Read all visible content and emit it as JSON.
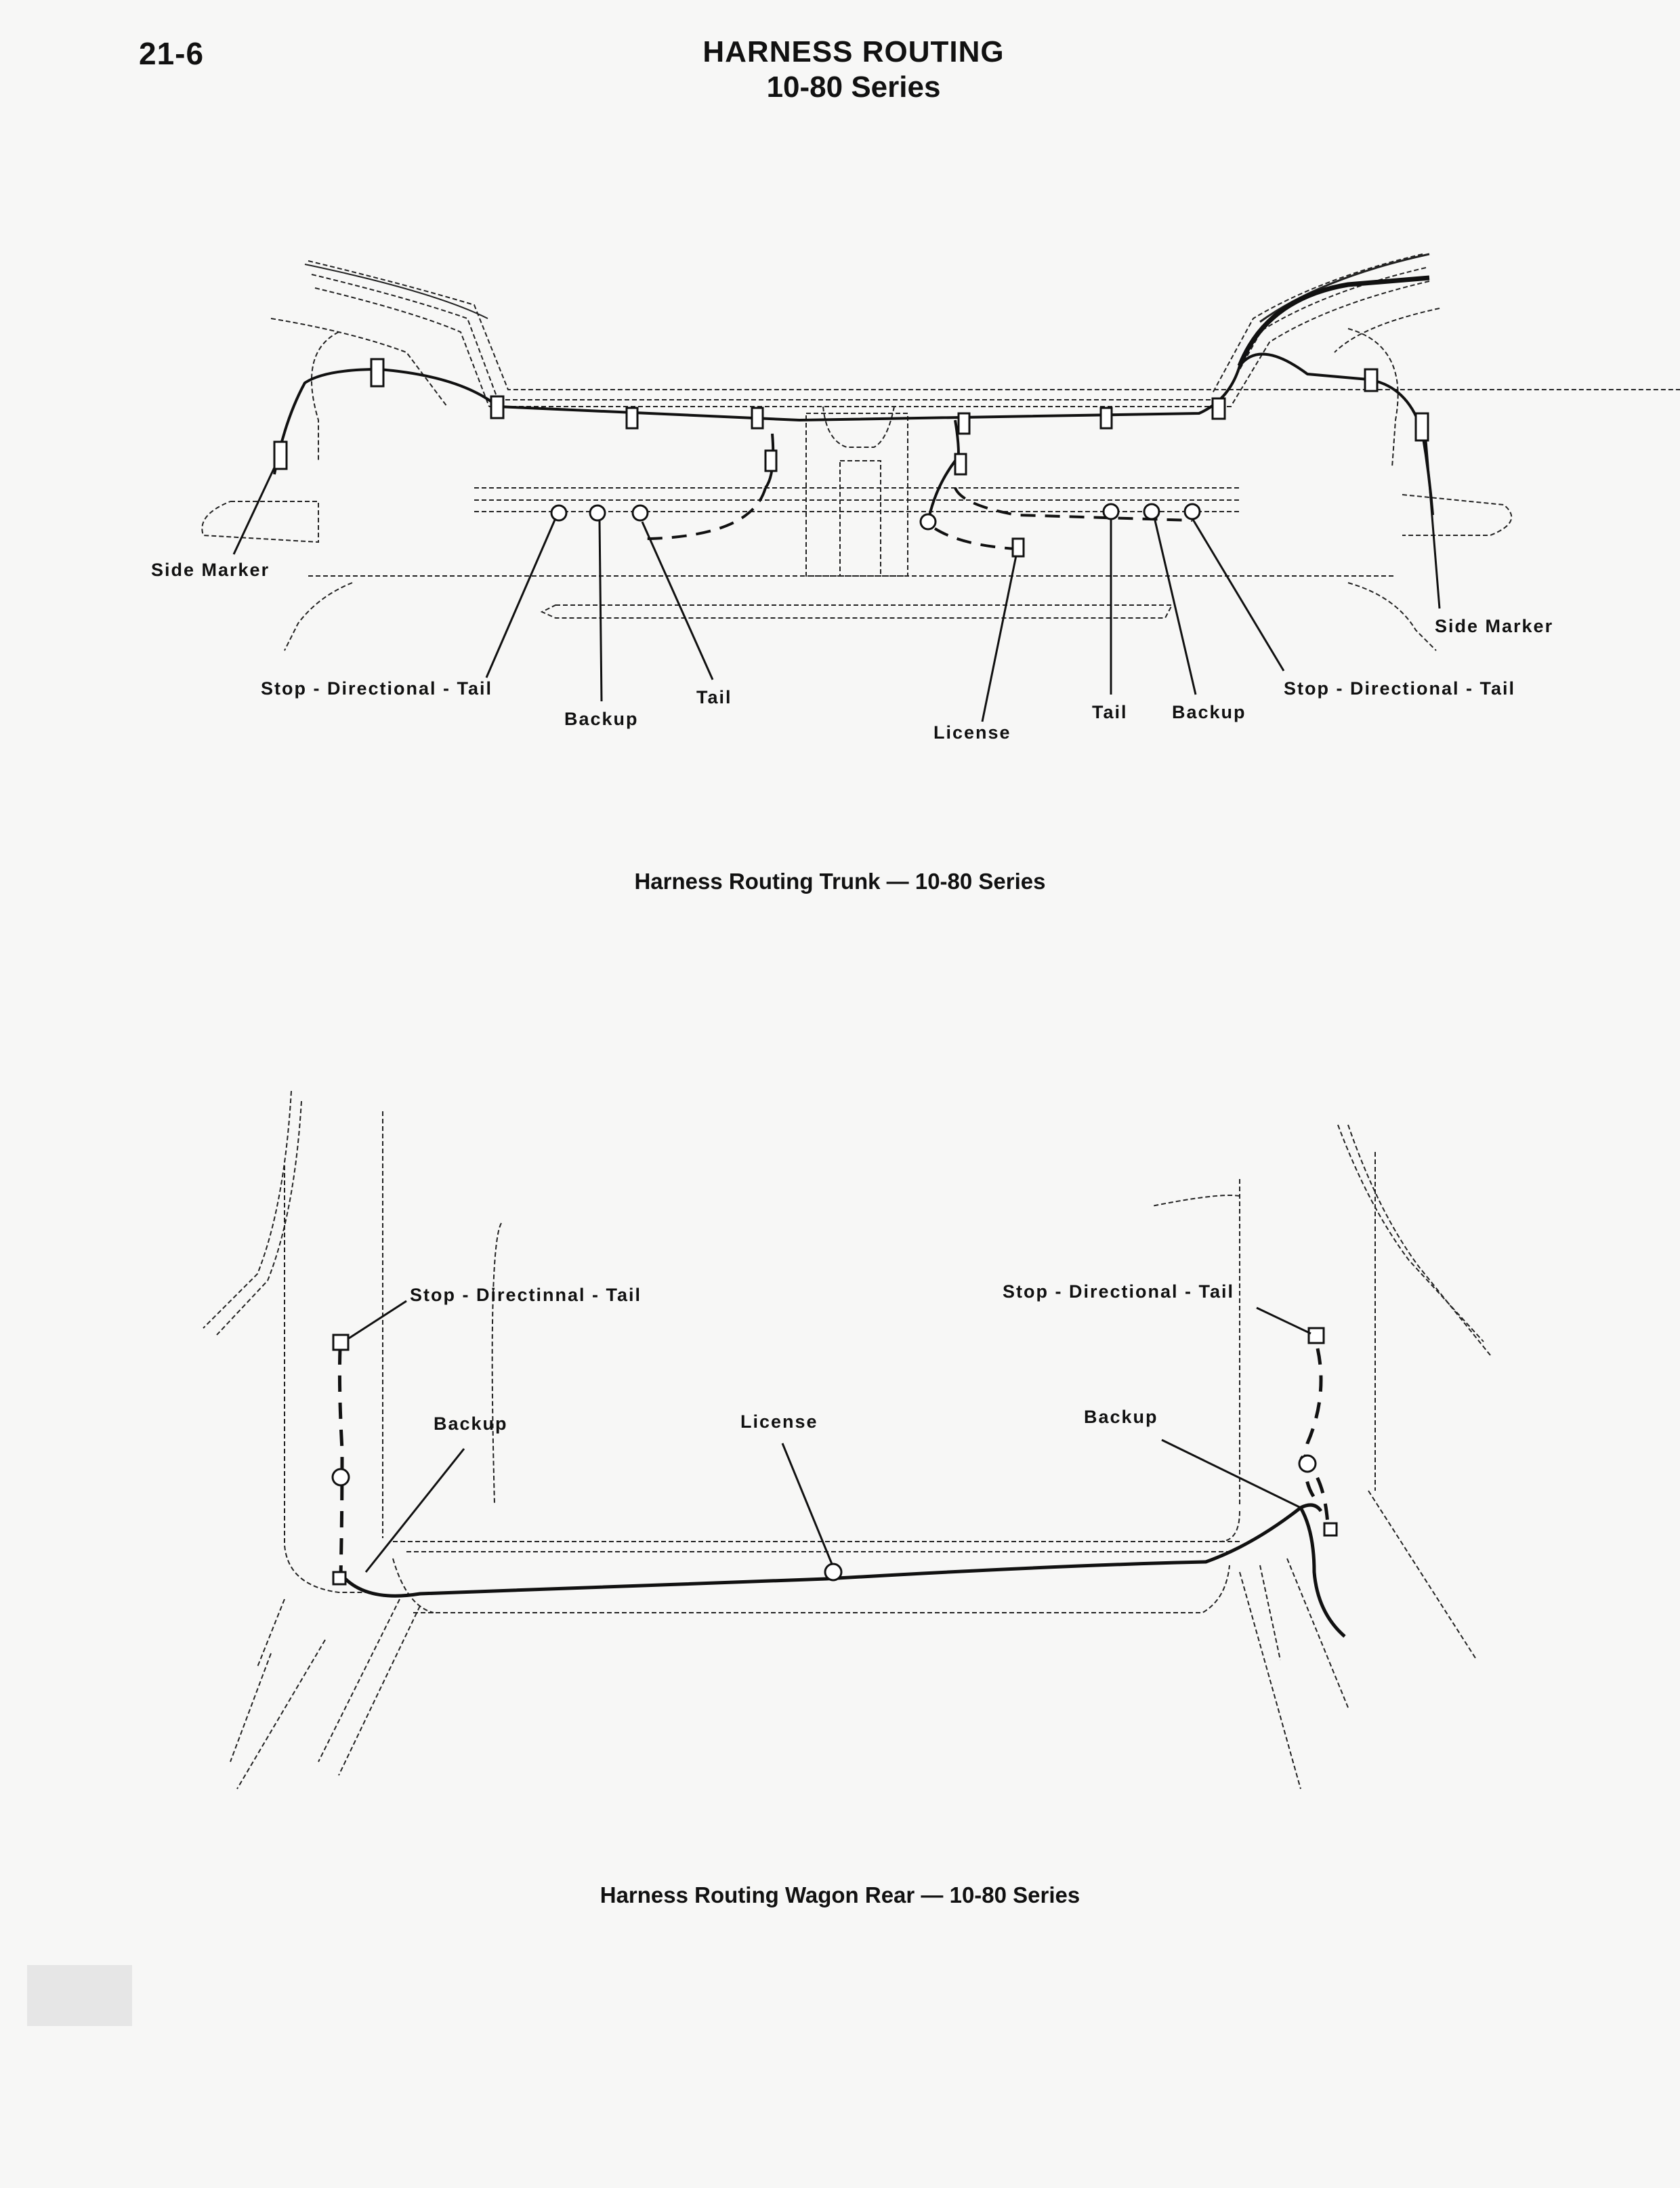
{
  "header": {
    "page_number": "21-6",
    "title": "HARNESS ROUTING",
    "subtitle": "10-80 Series"
  },
  "trunk_figure": {
    "caption": "Harness Routing Trunk — 10-80 Series",
    "callouts": {
      "side_marker_left": "Side Marker",
      "side_marker_right": "Side Marker",
      "stop_directional_tail_left": "Stop - Directional - Tail",
      "backup_left": "Backup",
      "tail_left": "Tail",
      "license": "License",
      "tail_right": "Tail",
      "backup_right": "Backup",
      "stop_directional_tail_right": "Stop - Directional - Tail"
    }
  },
  "wagon_figure": {
    "caption": "Harness Routing Wagon Rear — 10-80 Series",
    "callouts": {
      "stop_directional_tail_left": "Stop - Directinnal - Tail",
      "stop_directional_tail_right": "Stop - Directional - Tail",
      "backup_left": "Backup",
      "license": "License",
      "backup_right": "Backup"
    }
  }
}
